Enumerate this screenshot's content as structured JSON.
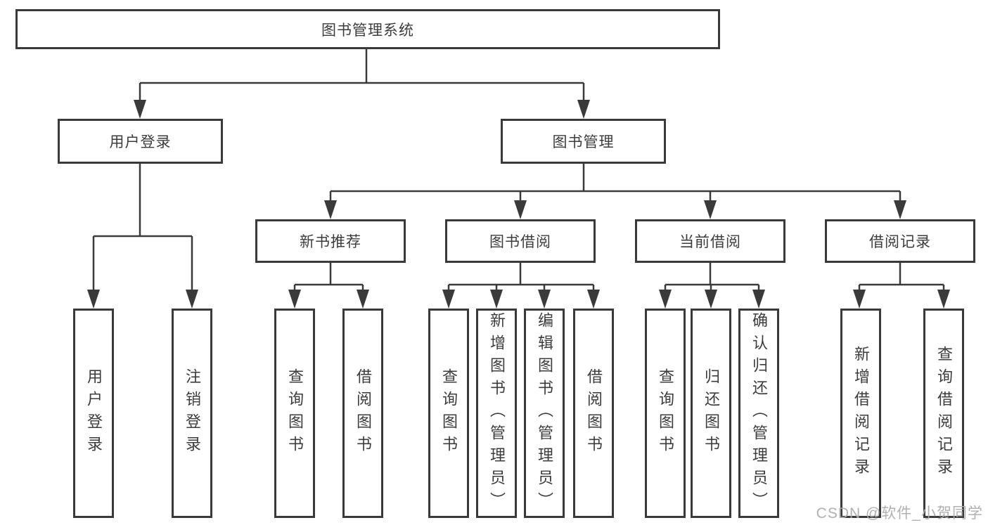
{
  "tree": {
    "root": {
      "label": "图书管理系统"
    },
    "children": [
      {
        "label": "用户登录",
        "children": [
          {
            "label": "用户登录"
          },
          {
            "label": "注销登录"
          }
        ]
      },
      {
        "label": "图书管理",
        "children": [
          {
            "label": "新书推荐",
            "children": [
              {
                "label": "查询图书"
              },
              {
                "label": "借阅图书"
              }
            ]
          },
          {
            "label": "图书借阅",
            "children": [
              {
                "label": "查询图书"
              },
              {
                "label": "新增图书（管理员）"
              },
              {
                "label": "编辑图书（管理员）"
              },
              {
                "label": "借阅图书"
              }
            ]
          },
          {
            "label": "当前借阅",
            "children": [
              {
                "label": "查询图书"
              },
              {
                "label": "归还图书"
              },
              {
                "label": "确认归还（管理员）"
              }
            ]
          },
          {
            "label": "借阅记录",
            "children": [
              {
                "label": "新增借阅记录"
              },
              {
                "label": "查询借阅记录"
              }
            ]
          }
        ]
      }
    ]
  },
  "watermark": {
    "text": "CSDN @软件_小贺同学"
  },
  "colors": {
    "line": "#3a3a3a",
    "text": "#3c3c3c",
    "background": "#ffffff",
    "watermark": "#acacac"
  }
}
